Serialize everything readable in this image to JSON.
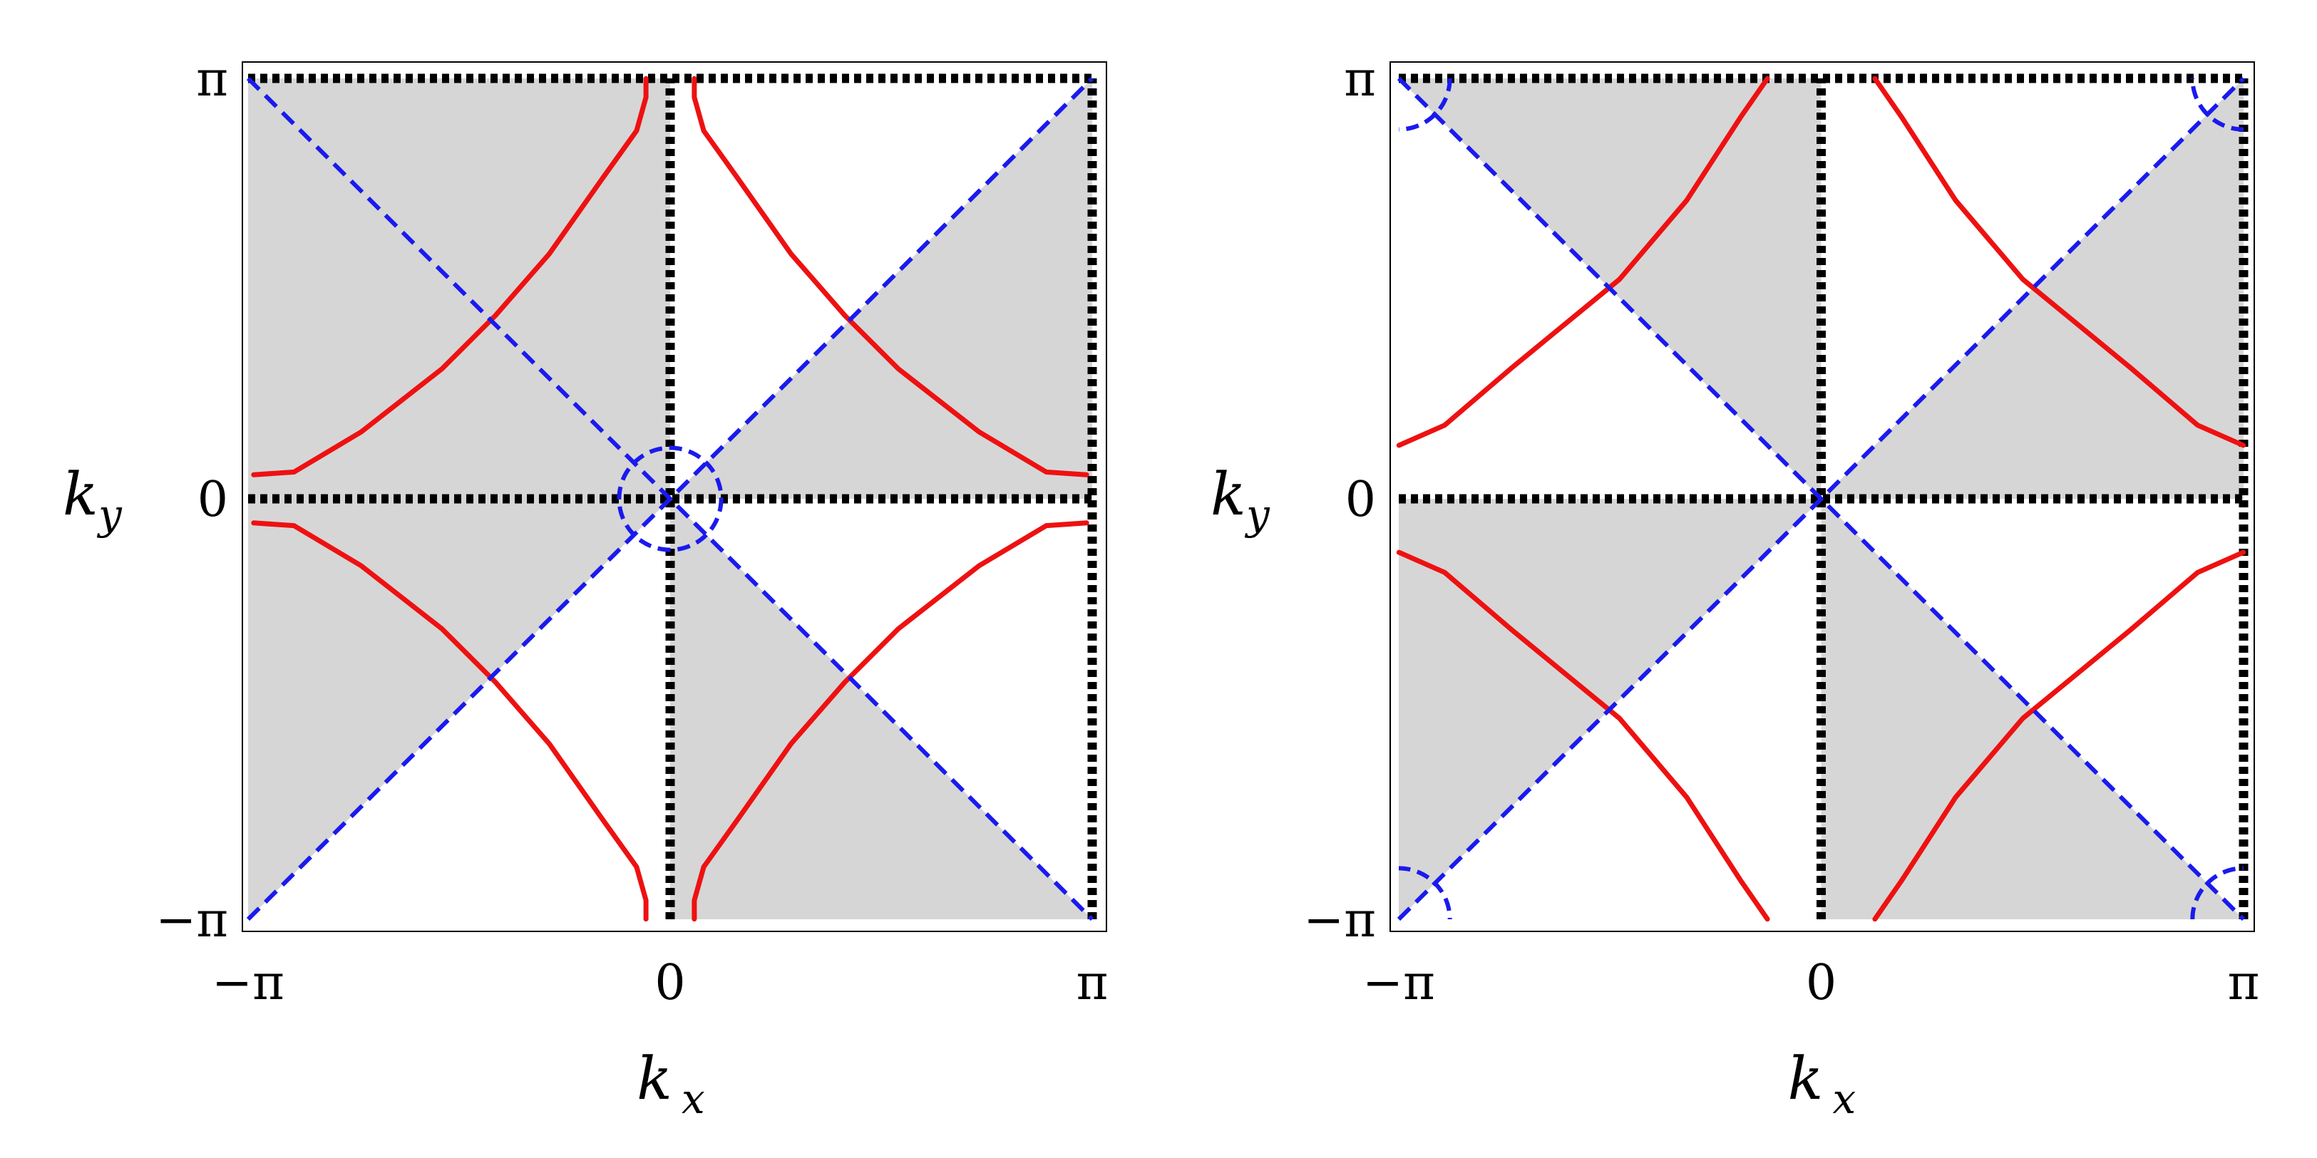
{
  "chart_data": [
    {
      "type": "line",
      "xlabel": "k",
      "xlabel_sub": "x",
      "ylabel": "k",
      "ylabel_sub": "y",
      "xlim": [
        -3.14159,
        3.14159
      ],
      "ylim": [
        -3.14159,
        3.14159
      ],
      "xticks": [
        {
          "value": -3.14159,
          "label": "−π"
        },
        {
          "value": 0,
          "label": "0"
        },
        {
          "value": 3.14159,
          "label": "π"
        }
      ],
      "yticks": [
        {
          "value": -3.14159,
          "label": "−π"
        },
        {
          "value": 0,
          "label": "0"
        },
        {
          "value": 3.14159,
          "label": "π"
        }
      ],
      "grid": false,
      "colors": {
        "fill": "#d6d6d6",
        "curve": "#ee1111",
        "diagonal": "#1a1aee",
        "nodal": "#000000"
      },
      "shaded_regions": [
        [
          [
            -3.14159,
            0
          ],
          [
            -3.14159,
            3.14159
          ],
          [
            0,
            3.14159
          ],
          [
            0,
            0
          ]
        ],
        [
          [
            0,
            0
          ],
          [
            3.14159,
            3.14159
          ],
          [
            3.14159,
            0
          ]
        ],
        [
          [
            -3.14159,
            -3.14159
          ],
          [
            0,
            0
          ],
          [
            -3.14159,
            0
          ]
        ],
        [
          [
            0,
            0
          ],
          [
            0,
            -3.14159
          ],
          [
            3.14159,
            -3.14159
          ]
        ]
      ],
      "curves": [
        {
          "style": "solid",
          "points": [
            [
              -3.1,
              0.18
            ],
            [
              -2.8,
              0.2
            ],
            [
              -2.3,
              0.5
            ],
            [
              -1.7,
              0.97
            ],
            [
              -1.3,
              1.37
            ],
            [
              -0.9,
              1.83
            ],
            [
              -0.5,
              2.4
            ],
            [
              -0.25,
              2.75
            ],
            [
              -0.18,
              3.0
            ],
            [
              -0.18,
              3.14
            ]
          ]
        },
        {
          "style": "solid",
          "points": [
            [
              0.18,
              3.14
            ],
            [
              0.18,
              3.0
            ],
            [
              0.25,
              2.75
            ],
            [
              0.5,
              2.4
            ],
            [
              0.9,
              1.83
            ],
            [
              1.3,
              1.37
            ],
            [
              1.7,
              0.97
            ],
            [
              2.3,
              0.5
            ],
            [
              2.8,
              0.2
            ],
            [
              3.1,
              0.18
            ]
          ]
        },
        {
          "style": "solid",
          "points": [
            [
              -3.1,
              -0.18
            ],
            [
              -2.8,
              -0.2
            ],
            [
              -2.3,
              -0.5
            ],
            [
              -1.7,
              -0.97
            ],
            [
              -1.3,
              -1.37
            ],
            [
              -0.9,
              -1.83
            ],
            [
              -0.5,
              -2.4
            ],
            [
              -0.25,
              -2.75
            ],
            [
              -0.18,
              -3.0
            ],
            [
              -0.18,
              -3.14
            ]
          ]
        },
        {
          "style": "solid",
          "points": [
            [
              0.18,
              -3.14
            ],
            [
              0.18,
              -3.0
            ],
            [
              0.25,
              -2.75
            ],
            [
              0.5,
              -2.4
            ],
            [
              0.9,
              -1.83
            ],
            [
              1.3,
              -1.37
            ],
            [
              1.7,
              -0.97
            ],
            [
              2.3,
              -0.5
            ],
            [
              2.8,
              -0.2
            ],
            [
              3.1,
              -0.18
            ]
          ]
        }
      ],
      "diagonals": [
        [
          [
            -3.14159,
            -3.14159
          ],
          [
            3.14159,
            3.14159
          ]
        ],
        [
          [
            -3.14159,
            3.14159
          ],
          [
            3.14159,
            -3.14159
          ]
        ]
      ],
      "circles": [
        {
          "center": [
            0,
            0
          ],
          "radius": 0.38,
          "style": "dashed"
        }
      ],
      "nodal_lines": [
        [
          [
            -3.14159,
            0
          ],
          [
            3.14159,
            0
          ]
        ],
        [
          [
            0,
            -3.14159
          ],
          [
            0,
            3.14159
          ]
        ],
        [
          [
            -3.14159,
            3.14159
          ],
          [
            3.14159,
            3.14159
          ]
        ],
        [
          [
            3.14159,
            -3.14159
          ],
          [
            3.14159,
            3.14159
          ]
        ]
      ]
    },
    {
      "type": "line",
      "xlabel": "k",
      "xlabel_sub": "x",
      "ylabel": "k",
      "ylabel_sub": "y",
      "xlim": [
        -3.14159,
        3.14159
      ],
      "ylim": [
        -3.14159,
        3.14159
      ],
      "xticks": [
        {
          "value": -3.14159,
          "label": "−π"
        },
        {
          "value": 0,
          "label": "0"
        },
        {
          "value": 3.14159,
          "label": "π"
        }
      ],
      "yticks": [
        {
          "value": -3.14159,
          "label": "−π"
        },
        {
          "value": 0,
          "label": "0"
        },
        {
          "value": 3.14159,
          "label": "π"
        }
      ],
      "grid": false,
      "colors": {
        "fill": "#d6d6d6",
        "curve": "#ee1111",
        "diagonal": "#1a1aee",
        "nodal": "#000000"
      },
      "shaded_regions": [
        [
          [
            -3.14159,
            3.14159
          ],
          [
            0,
            3.14159
          ],
          [
            0,
            0
          ]
        ],
        [
          [
            0,
            0
          ],
          [
            3.14159,
            3.14159
          ],
          [
            3.14159,
            0
          ]
        ],
        [
          [
            -3.14159,
            0
          ],
          [
            0,
            0
          ],
          [
            -3.14159,
            -3.14159
          ]
        ],
        [
          [
            0,
            0
          ],
          [
            0,
            -3.14159
          ],
          [
            3.14159,
            -3.14159
          ]
        ]
      ],
      "curves": [
        {
          "style": "solid",
          "points": [
            [
              -3.14,
              0.4
            ],
            [
              -2.8,
              0.55
            ],
            [
              -2.3,
              0.98
            ],
            [
              -1.5,
              1.64
            ],
            [
              -1.0,
              2.23
            ],
            [
              -0.6,
              2.85
            ],
            [
              -0.4,
              3.14
            ]
          ]
        },
        {
          "style": "solid",
          "points": [
            [
              0.4,
              3.14
            ],
            [
              0.6,
              2.85
            ],
            [
              1.0,
              2.23
            ],
            [
              1.5,
              1.64
            ],
            [
              2.3,
              0.98
            ],
            [
              2.8,
              0.55
            ],
            [
              3.14,
              0.4
            ]
          ]
        },
        {
          "style": "solid",
          "points": [
            [
              -3.14,
              -0.4
            ],
            [
              -2.8,
              -0.55
            ],
            [
              -2.3,
              -0.98
            ],
            [
              -1.5,
              -1.64
            ],
            [
              -1.0,
              -2.23
            ],
            [
              -0.6,
              -2.85
            ],
            [
              -0.4,
              -3.14
            ]
          ]
        },
        {
          "style": "solid",
          "points": [
            [
              0.4,
              -3.14
            ],
            [
              0.6,
              -2.85
            ],
            [
              1.0,
              -2.23
            ],
            [
              1.5,
              -1.64
            ],
            [
              2.3,
              -0.98
            ],
            [
              2.8,
              -0.55
            ],
            [
              3.14,
              -0.4
            ]
          ]
        }
      ],
      "diagonals": [
        [
          [
            -3.14159,
            -3.14159
          ],
          [
            3.14159,
            3.14159
          ]
        ],
        [
          [
            -3.14159,
            3.14159
          ],
          [
            3.14159,
            -3.14159
          ]
        ]
      ],
      "circles": [
        {
          "center": [
            -3.14159,
            3.14159
          ],
          "radius": 0.38,
          "style": "dashed"
        },
        {
          "center": [
            3.14159,
            3.14159
          ],
          "radius": 0.38,
          "style": "dashed"
        },
        {
          "center": [
            -3.14159,
            -3.14159
          ],
          "radius": 0.38,
          "style": "dashed"
        },
        {
          "center": [
            3.14159,
            -3.14159
          ],
          "radius": 0.38,
          "style": "dashed"
        }
      ],
      "nodal_lines": [
        [
          [
            -3.14159,
            0
          ],
          [
            3.14159,
            0
          ]
        ],
        [
          [
            0,
            -3.14159
          ],
          [
            0,
            3.14159
          ]
        ],
        [
          [
            -3.14159,
            3.14159
          ],
          [
            3.14159,
            3.14159
          ]
        ],
        [
          [
            3.14159,
            -3.14159
          ],
          [
            3.14159,
            3.14159
          ]
        ]
      ]
    }
  ]
}
